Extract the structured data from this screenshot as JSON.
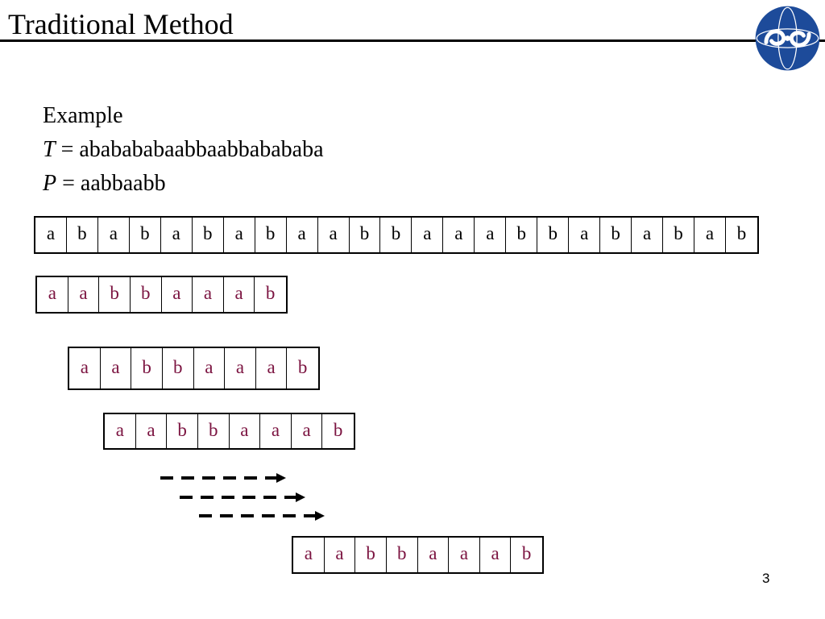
{
  "slide": {
    "title": "Traditional Method",
    "page_number": "3"
  },
  "example": {
    "heading": "Example",
    "text_var": "T",
    "text_value": "= ababababaabbaabbabababa",
    "pattern_var": "P",
    "pattern_value": "= aabbaabb"
  },
  "text_strip": [
    "a",
    "b",
    "a",
    "b",
    "a",
    "b",
    "a",
    "b",
    "a",
    "a",
    "b",
    "b",
    "a",
    "a",
    "a",
    "b",
    "b",
    "a",
    "b",
    "a",
    "b",
    "a",
    "b"
  ],
  "pattern_strips": [
    [
      "a",
      "a",
      "b",
      "b",
      "a",
      "a",
      "a",
      "b"
    ],
    [
      "a",
      "a",
      "b",
      "b",
      "a",
      "a",
      "a",
      "b"
    ],
    [
      "a",
      "a",
      "b",
      "b",
      "a",
      "a",
      "a",
      "b"
    ],
    [
      "a",
      "a",
      "b",
      "b",
      "a",
      "a",
      "a",
      "b"
    ]
  ],
  "colors": {
    "pattern_text": "#7b1340",
    "logo_blue": "#1d4b9a"
  },
  "icons": {
    "logo": "university-seal-logo",
    "arrows": "dashed-right-arrow"
  }
}
